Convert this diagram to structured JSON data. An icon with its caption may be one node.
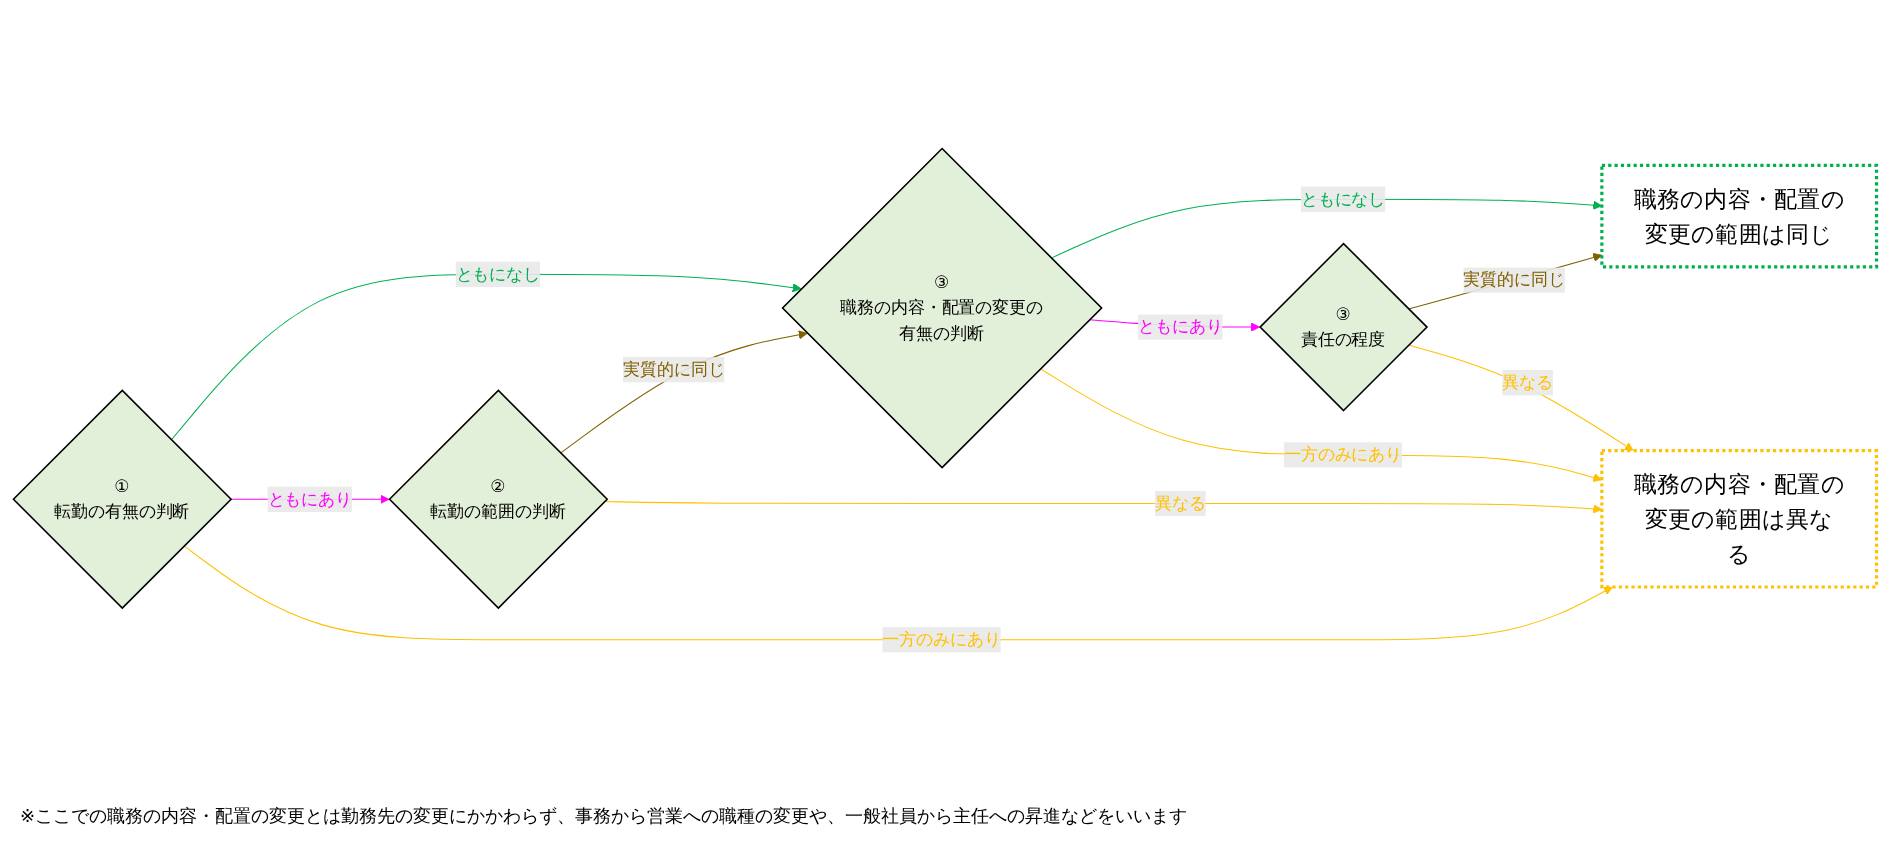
{
  "diagram": {
    "nodes": [
      {
        "text": [
          "①",
          "転勤の有無の判断"
        ]
      },
      {
        "text": [
          "②",
          "転勤の範囲の判断"
        ]
      },
      {
        "text": [
          "③",
          "職務の内容・配置の変更の有無の判断"
        ]
      },
      {
        "text": [
          "③",
          "責任の程度"
        ]
      },
      {
        "text": [
          "職務の内容・配置の変更の範囲は同じ"
        ]
      },
      {
        "text": [
          "職務の内容・配置の変更の範囲は異なる"
        ]
      }
    ],
    "edges": [
      {
        "from": 0,
        "to": 2,
        "arrow": "to",
        "label": "ともになし",
        "color": "#00b050"
      },
      {
        "from": 0,
        "to": 1,
        "arrow": "to",
        "label": "ともにあり",
        "color": "#ff00ff"
      },
      {
        "from": 0,
        "to": 5,
        "arrow": "to",
        "label": "一方のみにあり",
        "color": "#ffc000"
      },
      {
        "from": 1,
        "to": 2,
        "arrow": "to",
        "label": "実質的に同じ",
        "color": "#806000"
      },
      {
        "from": 1,
        "to": 5,
        "arrow": "to",
        "label": "異なる",
        "color": "#ffc000"
      },
      {
        "from": 2,
        "to": 4,
        "arrow": "to",
        "label": "ともになし",
        "color": "#00b050"
      },
      {
        "from": 2,
        "to": 3,
        "arrow": "to",
        "label": "ともにあり",
        "color": "#ff00ff"
      },
      {
        "from": 2,
        "to": 5,
        "arrow": "to",
        "label": "一方のみにあり",
        "color": "#ffc000"
      },
      {
        "from": 3,
        "to": 4,
        "arrow": "to",
        "label": "実質的に同じ",
        "color": "#806000"
      },
      {
        "from": 3,
        "to": 5,
        "arrow": "to",
        "label": "異なる",
        "color": "#ffc000"
      }
    ],
    "labels": [
      "※ここでの職務の内容・配置の変更とは勤務先の変更にかかわらず、事務から営業への職種の変更や、一般社員から主任への昇進などをいいます"
    ]
  }
}
